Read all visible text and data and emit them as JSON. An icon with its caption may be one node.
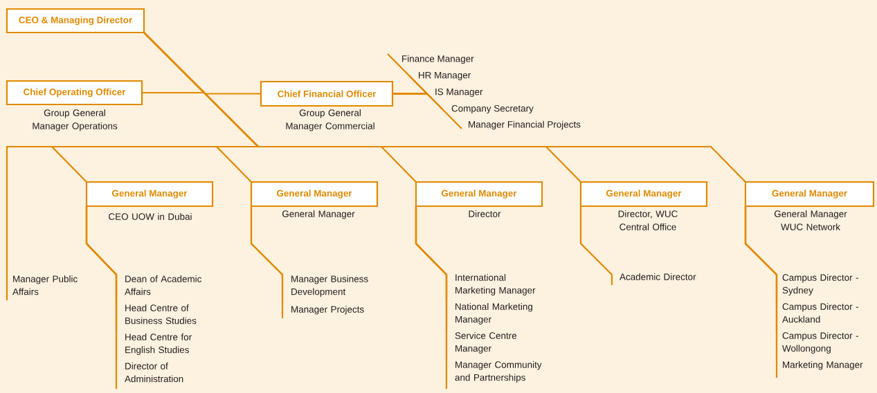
{
  "diagram": {
    "nodes": [
      {
        "text": [
          "CEO & Managing Director"
        ]
      },
      {
        "text": [
          "Chief Operating Officer"
        ],
        "beside": [
          "Group General Manager Operations"
        ]
      },
      {
        "text": [
          "Chief Financial Officer"
        ],
        "beside": [
          "Group General Manager Commercial"
        ]
      },
      {
        "text": [
          "Finance Manager"
        ]
      },
      {
        "text": [
          "HR Manager"
        ]
      },
      {
        "text": [
          "IS Manager"
        ]
      },
      {
        "text": [
          "Company Secretary"
        ]
      },
      {
        "text": [
          "Manager Financial Projects"
        ]
      },
      {
        "text": [
          "Manager Public Affairs"
        ]
      },
      {
        "text": [
          "General Manager"
        ],
        "beside": [
          "CEO UOW in Dubai"
        ]
      },
      {
        "text": [
          "Dean of Academic Affairs"
        ]
      },
      {
        "text": [
          "Head Centre of Business Studies"
        ]
      },
      {
        "text": [
          "Head Centre for English Studies"
        ]
      },
      {
        "text": [
          "Director of Administration"
        ]
      },
      {
        "text": [
          "General Manager"
        ],
        "beside": [
          "General Manager"
        ]
      },
      {
        "text": [
          "Manager Business Development"
        ]
      },
      {
        "text": [
          "Manager Projects"
        ]
      },
      {
        "text": [
          "General Manager"
        ],
        "beside": [
          "Director"
        ]
      },
      {
        "text": [
          "International Marketing Manager"
        ]
      },
      {
        "text": [
          "National Marketing Manager"
        ]
      },
      {
        "text": [
          "Service Centre Manager"
        ]
      },
      {
        "text": [
          "Manager Community and Partnerships"
        ]
      },
      {
        "text": [
          "General Manager"
        ],
        "beside": [
          "Director, WUC Central Office"
        ]
      },
      {
        "text": [
          "Academic Director"
        ]
      },
      {
        "text": [
          "General Manager"
        ],
        "beside": [
          "General Manager WUC Network"
        ]
      },
      {
        "text": [
          "Campus Director - Sydney"
        ]
      },
      {
        "text": [
          "Campus Director - Auckland"
        ]
      },
      {
        "text": [
          "Campus Director - Wollongong"
        ]
      },
      {
        "text": [
          "Marketing Manager"
        ]
      }
    ],
    "edges": [
      {
        "from": 0,
        "to": 1,
        "arrow": "none"
      },
      {
        "from": 0,
        "to": 2,
        "arrow": "none"
      },
      {
        "from": 2,
        "to": 3,
        "arrow": "none"
      },
      {
        "from": 2,
        "to": 4,
        "arrow": "none"
      },
      {
        "from": 2,
        "to": 5,
        "arrow": "none"
      },
      {
        "from": 2,
        "to": 6,
        "arrow": "none"
      },
      {
        "from": 2,
        "to": 7,
        "arrow": "none"
      },
      {
        "from": 0,
        "to": 8,
        "arrow": "none"
      },
      {
        "from": 0,
        "to": 9,
        "arrow": "none"
      },
      {
        "from": 9,
        "to": 10,
        "arrow": "none"
      },
      {
        "from": 9,
        "to": 11,
        "arrow": "none"
      },
      {
        "from": 9,
        "to": 12,
        "arrow": "none"
      },
      {
        "from": 9,
        "to": 13,
        "arrow": "none"
      },
      {
        "from": 0,
        "to": 14,
        "arrow": "none"
      },
      {
        "from": 14,
        "to": 15,
        "arrow": "none"
      },
      {
        "from": 14,
        "to": 16,
        "arrow": "none"
      },
      {
        "from": 0,
        "to": 17,
        "arrow": "none"
      },
      {
        "from": 17,
        "to": 18,
        "arrow": "none"
      },
      {
        "from": 17,
        "to": 19,
        "arrow": "none"
      },
      {
        "from": 17,
        "to": 20,
        "arrow": "none"
      },
      {
        "from": 17,
        "to": 21,
        "arrow": "none"
      },
      {
        "from": 0,
        "to": 22,
        "arrow": "none"
      },
      {
        "from": 22,
        "to": 23,
        "arrow": "none"
      },
      {
        "from": 0,
        "to": 24,
        "arrow": "none"
      },
      {
        "from": 24,
        "to": 25,
        "arrow": "none"
      },
      {
        "from": 24,
        "to": 26,
        "arrow": "none"
      },
      {
        "from": 24,
        "to": 27,
        "arrow": "none"
      },
      {
        "from": 24,
        "to": 28,
        "arrow": "none"
      }
    ]
  }
}
